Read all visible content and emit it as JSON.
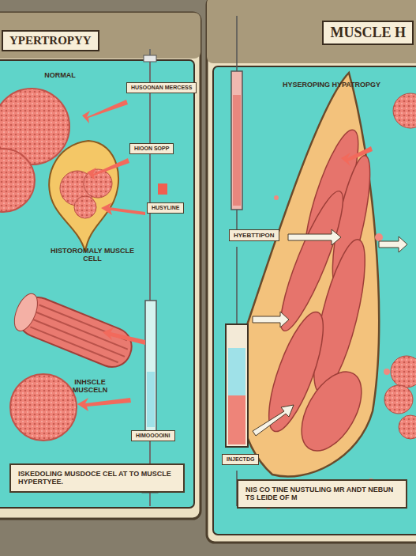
{
  "diagram": {
    "nodes": [
      {
        "text": [
          "YPERTROPYY"
        ]
      },
      {
        "text": [
          "HUSOONAN MERCESS"
        ]
      },
      {
        "text": [
          "HIOON SOPP"
        ]
      },
      {
        "text": [
          "HUSYLINE"
        ]
      },
      {
        "text": [
          "HIMOOOOINI"
        ]
      },
      {
        "text": [
          "ISKEDOLING MUSDOCE CEL AT TO MUSCLE HYPERTYEE."
        ]
      },
      {
        "text": [
          "MUSCLE H"
        ]
      },
      {
        "text": [
          "HYEBTTIPON"
        ]
      },
      {
        "text": [
          "INJECTDG"
        ]
      },
      {
        "text": [
          "NIS CO TINE NUSTULING MR ANDT NEBUN TS LEIDE OF M"
        ]
      }
    ],
    "labels": [
      "NORMAL",
      "HISTOROMALY MUSCLE CELL",
      "INHSCLE MUSCELN",
      "HYSEROPING HYPATROPGY"
    ]
  }
}
